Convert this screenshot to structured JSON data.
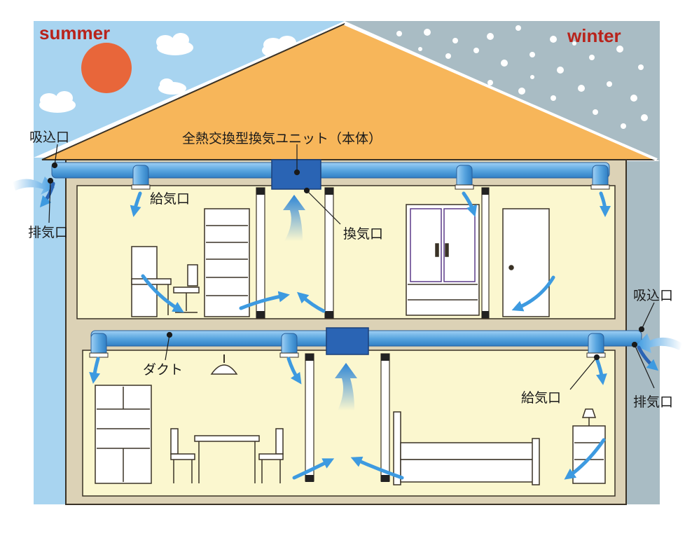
{
  "seasons": {
    "left": "summer",
    "right": "winter"
  },
  "labels": {
    "unit": "全熱交換型換気ユニット（本体）",
    "intake_top": "吸込口",
    "exhaust_top": "排気口",
    "supply_upper": "給気口",
    "vent_upper": "換気口",
    "intake_right": "吸込口",
    "duct": "ダクト",
    "supply_lower": "給気口",
    "exhaust_right": "排気口"
  },
  "colors": {
    "summer_sky": "#a8d4f0",
    "winter_sky": "#a9bcc4",
    "sun": "#e8663a",
    "roof": "#f7b65a",
    "wall": "#dcd2b6",
    "room": "#fbf7cf",
    "duct": "#5aa6e0",
    "unit": "#2a64b4",
    "arrow": "#3d9ae0",
    "season_text": "#b8231b"
  }
}
